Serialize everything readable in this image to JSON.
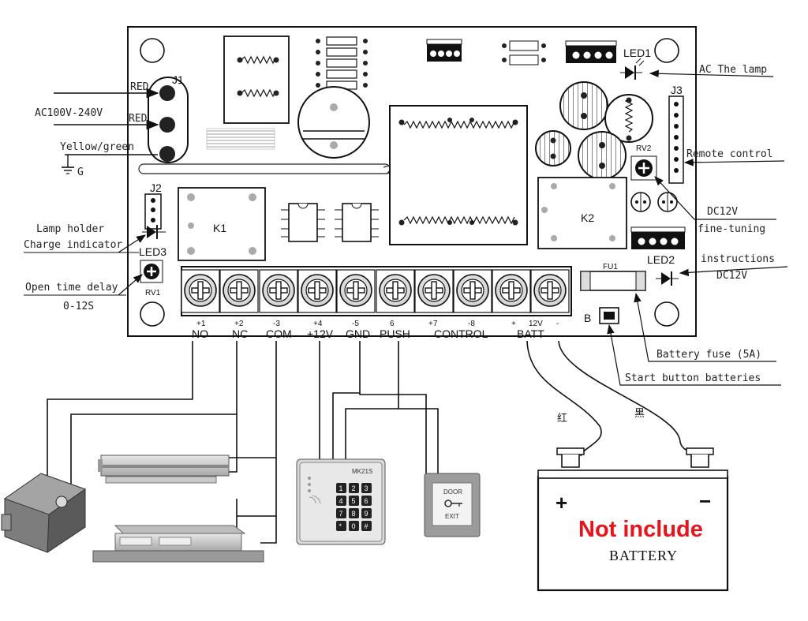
{
  "left_labels": {
    "ac_input": "AC100V-240V",
    "red_1": "RED",
    "red_2": "RED",
    "yellow_green": "Yellow/green",
    "ground": "G",
    "lamp_holder": "Lamp holder",
    "charge_indicator": "Charge indicator",
    "open_time_delay": "Open time delay",
    "open_time_range": "0-12S"
  },
  "right_labels": {
    "ac_lamp": "AC The lamp",
    "remote_control": "Remote control",
    "dc12v_1": "DC12V",
    "fine_tuning": "fine-tuning",
    "instructions": "instructions",
    "dc12v_2": "DC12V",
    "battery_fuse": "Battery fuse (5A)",
    "start_button": "Start button batteries"
  },
  "board": {
    "j1": "J1",
    "j2": "J2",
    "j3": "J3",
    "k1": "K1",
    "k2": "K2",
    "led1": "LED1",
    "led2": "LED2",
    "led3": "LED3",
    "rv1": "RV1",
    "rv2": "RV2",
    "fu1": "FU1",
    "b": "B"
  },
  "terminal_numbers": [
    "+1",
    "+2",
    "-3",
    "+4",
    "-5",
    "6",
    "+7",
    "-8",
    "+",
    "12V",
    "-"
  ],
  "terminal_labels": [
    "NO",
    "NC",
    "COM",
    "+12V",
    "GND",
    "PUSH",
    "CONTROL",
    "BATT"
  ],
  "wires": {
    "red_cn": "红",
    "black_cn": "黑"
  },
  "keypad": {
    "model": "MK21S",
    "keys": [
      "1",
      "2",
      "3",
      "4",
      "5",
      "6",
      "7",
      "8",
      "9",
      "*",
      "0",
      "#"
    ]
  },
  "exit_button": {
    "top": "DOOR",
    "bottom": "EXIT"
  },
  "battery": {
    "plus": "+",
    "minus": "−",
    "note": "Not include",
    "label": "BATTERY"
  },
  "colors": {
    "note_red": "#e8141c"
  }
}
